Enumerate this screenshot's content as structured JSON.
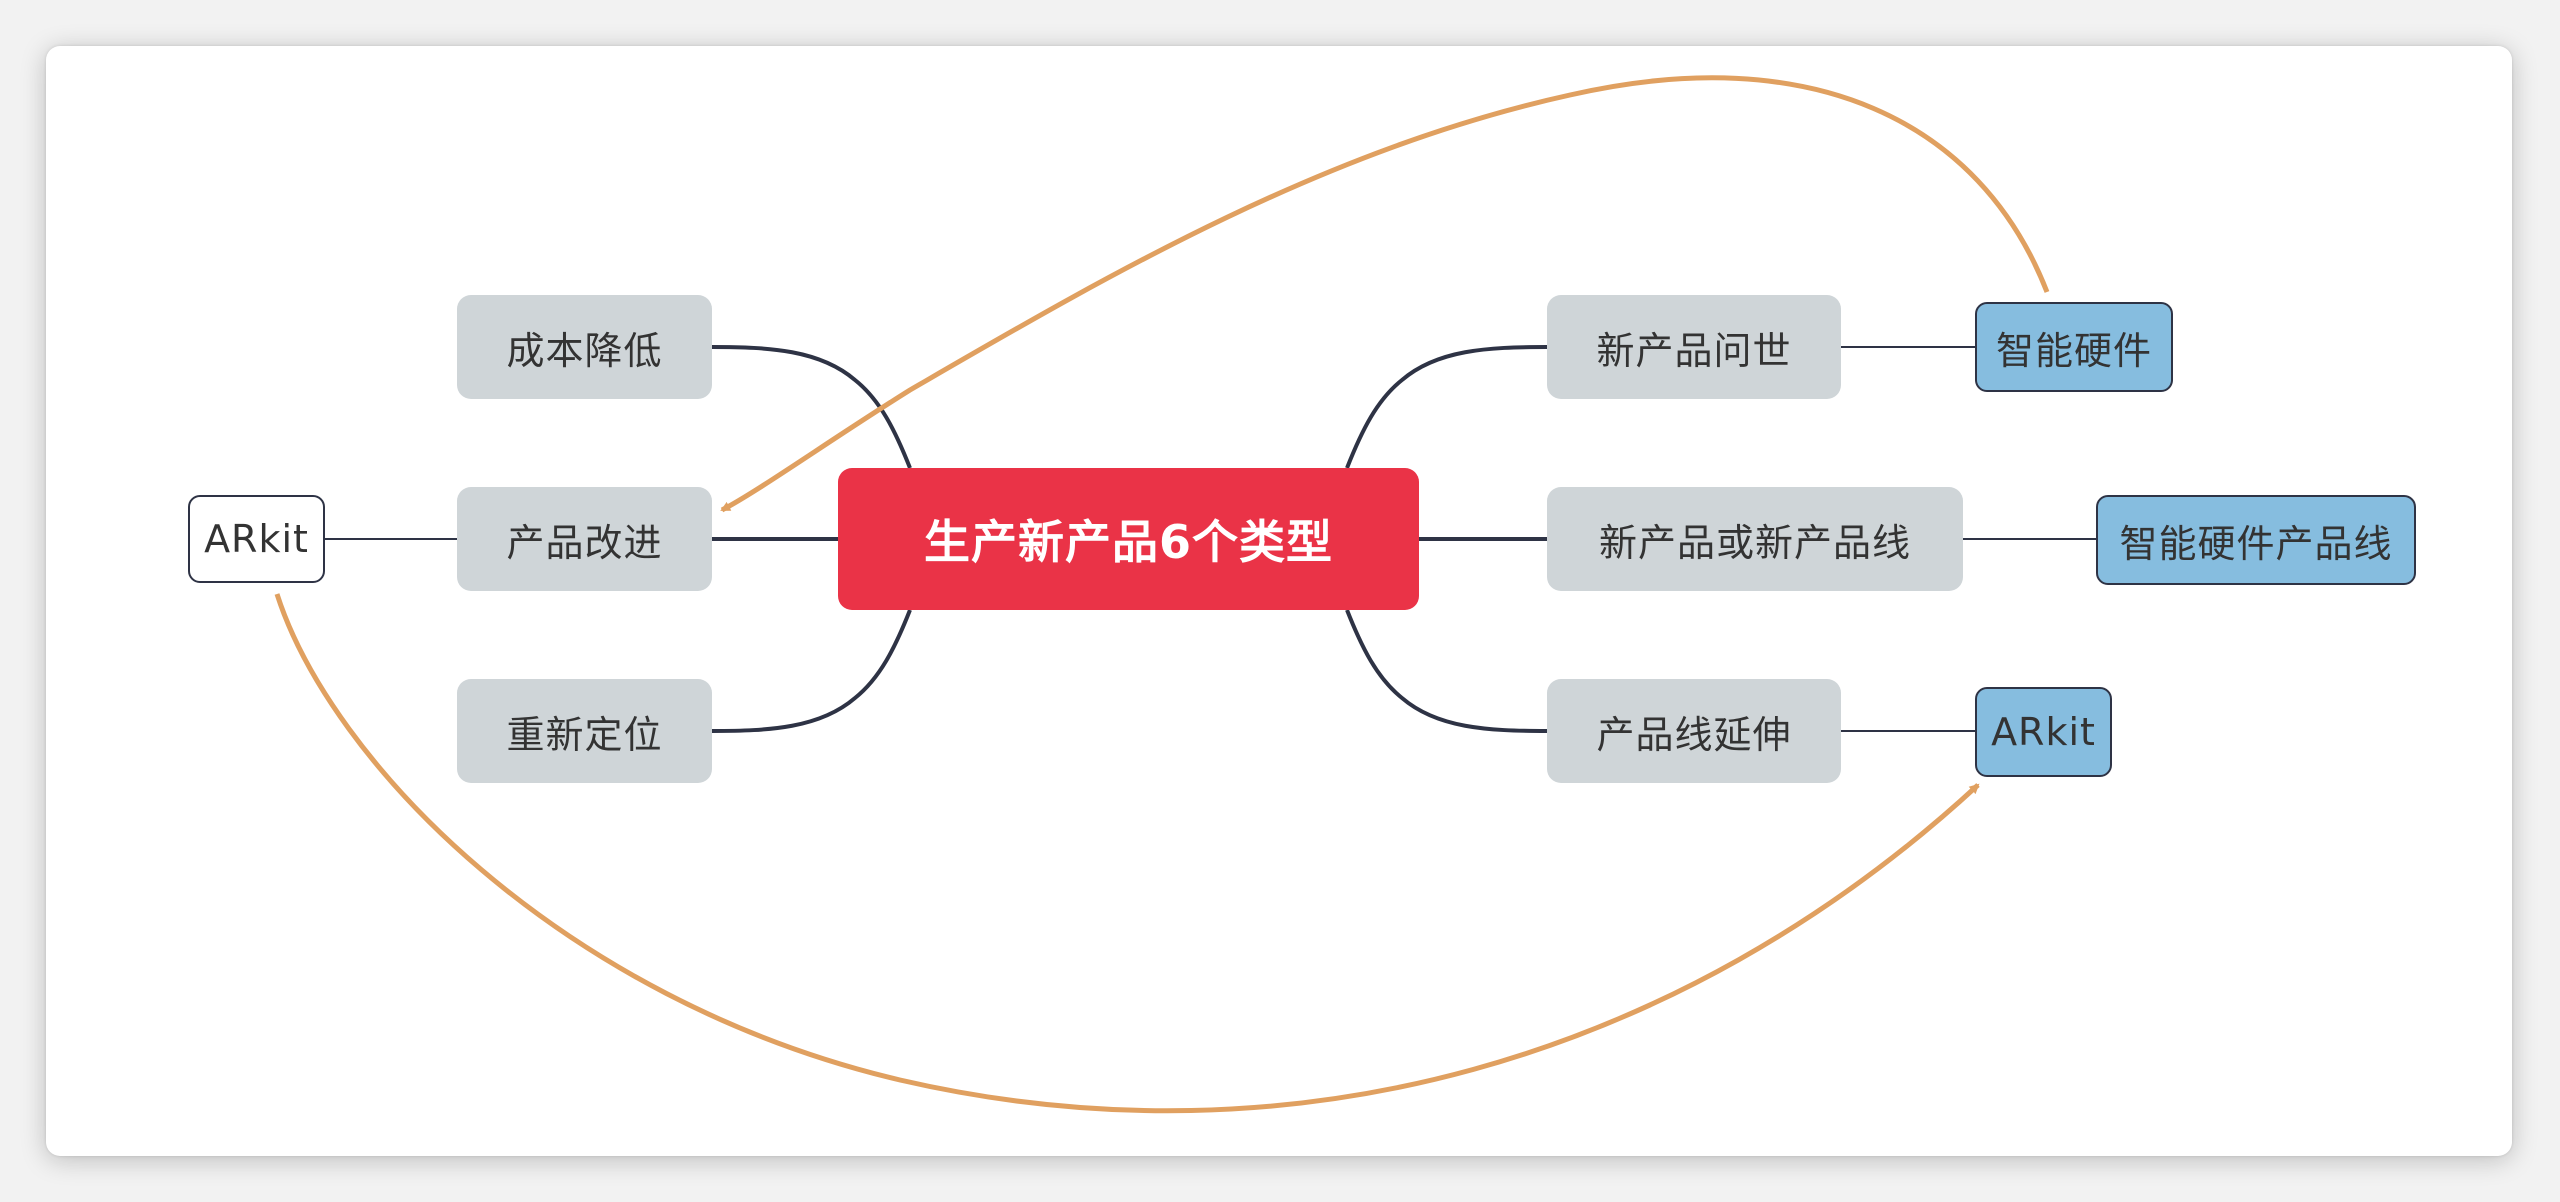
{
  "central": {
    "label": "生产新产品6个类型",
    "color": "#ea3347"
  },
  "left_branches": [
    {
      "label": "成本降低"
    },
    {
      "label": "产品改进"
    },
    {
      "label": "重新定位"
    }
  ],
  "right_branches": [
    {
      "label": "新产品问世"
    },
    {
      "label": "新产品或新产品线"
    },
    {
      "label": "产品线延伸"
    }
  ],
  "left_sub": {
    "label": "ARkit"
  },
  "right_subs": [
    {
      "label": "智能硬件"
    },
    {
      "label": "智能硬件产品线"
    },
    {
      "label": "ARkit"
    }
  ],
  "relationships": [
    {
      "from": "智能硬件",
      "to": "产品改进",
      "color": "#e0a060"
    },
    {
      "from": "ARkit",
      "to": "ARkit",
      "color": "#e0a060"
    }
  ],
  "colors": {
    "branch_fill": "#cfd5d8",
    "sub_fill": "#86bddf",
    "connector": "#2e3345",
    "relationship": "#e0a060"
  }
}
